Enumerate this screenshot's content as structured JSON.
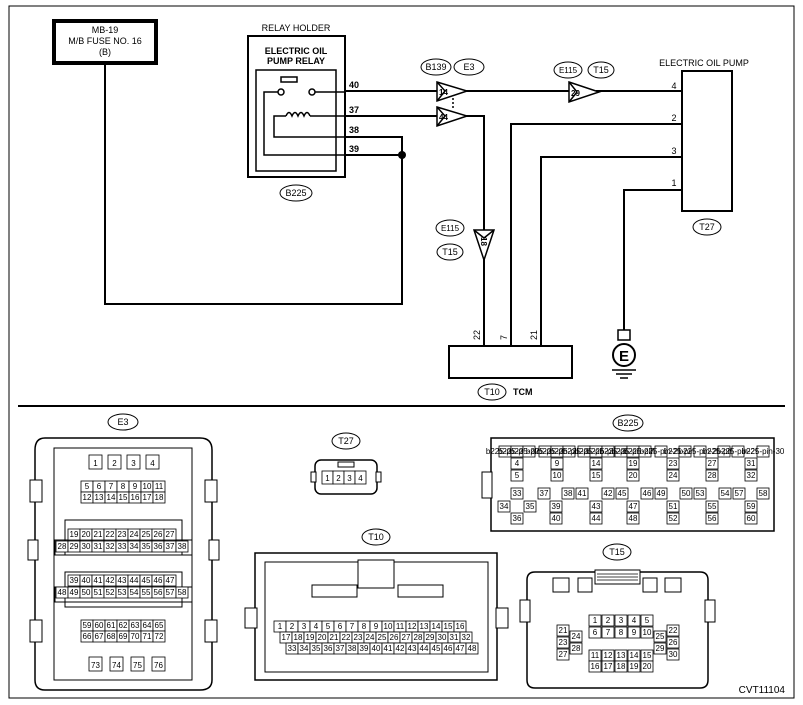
{
  "fuse": {
    "line1": "MB-19",
    "line2": "M/B FUSE NO. 16",
    "line3": "(B)"
  },
  "relay_holder": {
    "title": "RELAY HOLDER",
    "relay_line1": "ELECTRIC OIL",
    "relay_line2": "PUMP RELAY",
    "connector": "B225",
    "pins": [
      "40",
      "37",
      "38",
      "39"
    ]
  },
  "junction_b139": {
    "label": "B139",
    "pins": [
      "14",
      "44"
    ]
  },
  "junction_e3": {
    "label": "E3"
  },
  "junction_e115_top": {
    "label": "E115",
    "pin": "29"
  },
  "junction_t15_top": {
    "label": "T15"
  },
  "junction_e115_low": {
    "label": "E115",
    "pin": "18"
  },
  "junction_t15_low": {
    "label": "T15"
  },
  "pump": {
    "title": "ELECTRIC OIL PUMP",
    "connector": "T27",
    "pins": [
      "4",
      "2",
      "3",
      "1"
    ]
  },
  "tcm": {
    "connector": "T10",
    "label": "TCM",
    "pins": [
      "22",
      "7",
      "21"
    ]
  },
  "ground_symbol": "E",
  "connectors": {
    "e3": {
      "label": "E3",
      "row1": [
        "1",
        "2",
        "3",
        "4"
      ],
      "row2": [
        "5",
        "6",
        "7",
        "8",
        "9",
        "10",
        "11"
      ],
      "row3": [
        "12",
        "13",
        "14",
        "15",
        "16",
        "17",
        "18"
      ],
      "row4": [
        "19",
        "20",
        "21",
        "22",
        "23",
        "24",
        "25",
        "26",
        "27"
      ],
      "row5": [
        "28",
        "29",
        "30",
        "31",
        "32",
        "33",
        "34",
        "35",
        "36",
        "37",
        "38"
      ],
      "row6": [
        "39",
        "40",
        "41",
        "42",
        "43",
        "44",
        "45",
        "46",
        "47"
      ],
      "row7": [
        "48",
        "49",
        "50",
        "51",
        "52",
        "53",
        "54",
        "55",
        "56",
        "57",
        "58"
      ],
      "row8": [
        "59",
        "60",
        "61",
        "62",
        "63",
        "64",
        "65"
      ],
      "row9": [
        "66",
        "67",
        "68",
        "69",
        "70",
        "71",
        "72"
      ],
      "row10": [
        "73",
        "74",
        "75",
        "76"
      ]
    },
    "t27": {
      "label": "T27",
      "pins": [
        "1",
        "2",
        "3",
        "4"
      ]
    },
    "t10": {
      "label": "T10",
      "row1": [
        "1",
        "2",
        "3",
        "4",
        "5",
        "6",
        "7",
        "8",
        "9",
        "10",
        "11",
        "12",
        "13",
        "14",
        "15",
        "16"
      ],
      "row2": [
        "17",
        "18",
        "19",
        "20",
        "21",
        "22",
        "23",
        "24",
        "25",
        "26",
        "27",
        "28",
        "29",
        "30",
        "31",
        "32"
      ],
      "row3": [
        "33",
        "34",
        "35",
        "36",
        "37",
        "38",
        "39",
        "40",
        "41",
        "42",
        "43",
        "44",
        "45",
        "46",
        "47",
        "48"
      ]
    },
    "b225": {
      "label": "B225",
      "r1": [
        "1",
        "2",
        "3",
        "",
        "6",
        "7",
        "8",
        "",
        "11",
        "12",
        "13",
        "",
        "16",
        "17",
        "18",
        "21",
        "",
        "22",
        "25",
        "",
        "26",
        "29",
        "",
        "30"
      ],
      "r2": [
        "4",
        "9",
        "14",
        "19",
        "23",
        "27",
        "31"
      ],
      "r3": [
        "5",
        "10",
        "15",
        "20",
        "24",
        "28",
        "32"
      ],
      "r4": [
        "33",
        "37",
        "38",
        "41",
        "42",
        "45",
        "46",
        "49",
        "50",
        "53",
        "54",
        "57",
        "58"
      ],
      "r5": [
        "34",
        "35",
        "39",
        "43",
        "47",
        "51",
        "55",
        "59"
      ],
      "r6": [
        "36",
        "40",
        "44",
        "48",
        "52",
        "56",
        "60"
      ]
    },
    "t15": {
      "label": "T15",
      "row1": [
        "1",
        "2",
        "3",
        "4",
        "5"
      ],
      "row2": [
        "6",
        "7",
        "8",
        "9",
        "10"
      ],
      "left": [
        "21",
        "23",
        "27"
      ],
      "left2": [
        "24",
        "28"
      ],
      "right1": [
        "25",
        "29"
      ],
      "right2": [
        "22",
        "26",
        "30"
      ],
      "row3": [
        "11",
        "12",
        "13",
        "14",
        "15"
      ],
      "row4": [
        "16",
        "17",
        "18",
        "19",
        "20"
      ]
    }
  },
  "figure_id": "CVT11104"
}
